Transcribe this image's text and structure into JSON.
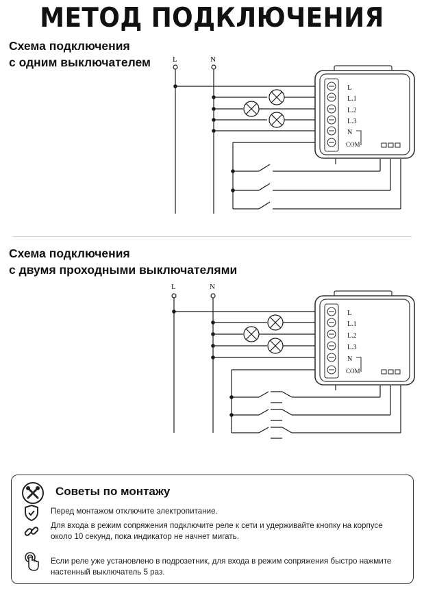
{
  "page": {
    "title": "МЕТОД ПОДКЛЮЧЕНИЯ"
  },
  "section1": {
    "title_line1": "Схема подключения",
    "title_line2": "с одним выключателем"
  },
  "section2": {
    "title_line1": "Схема подключения",
    "title_line2": "с двумя проходными выключателями"
  },
  "diagram_labels": {
    "L": "L",
    "N": "N",
    "terminals": [
      "L",
      "L.1",
      "L.2",
      "L.3",
      "N",
      "COM"
    ]
  },
  "tips": {
    "title": "Советы по монтажу",
    "items": [
      {
        "icon": "shield-check-icon",
        "text": "Перед монтажом отключите электропитание."
      },
      {
        "icon": "link-icon",
        "text": "Для входа в режим сопряжения подключите реле к сети и удерживайте кнопку на корпусе около 10 секунд, пока индикатор не начнет мигать."
      },
      {
        "icon": "touch-hand-icon",
        "text": "Если реле уже установлено в подрозетник, для входа в режим сопряжения быстро нажмите настенный выключатель 5 раз."
      }
    ]
  },
  "colors": {
    "line": "#1a1a1a",
    "box_border": "#333333"
  }
}
